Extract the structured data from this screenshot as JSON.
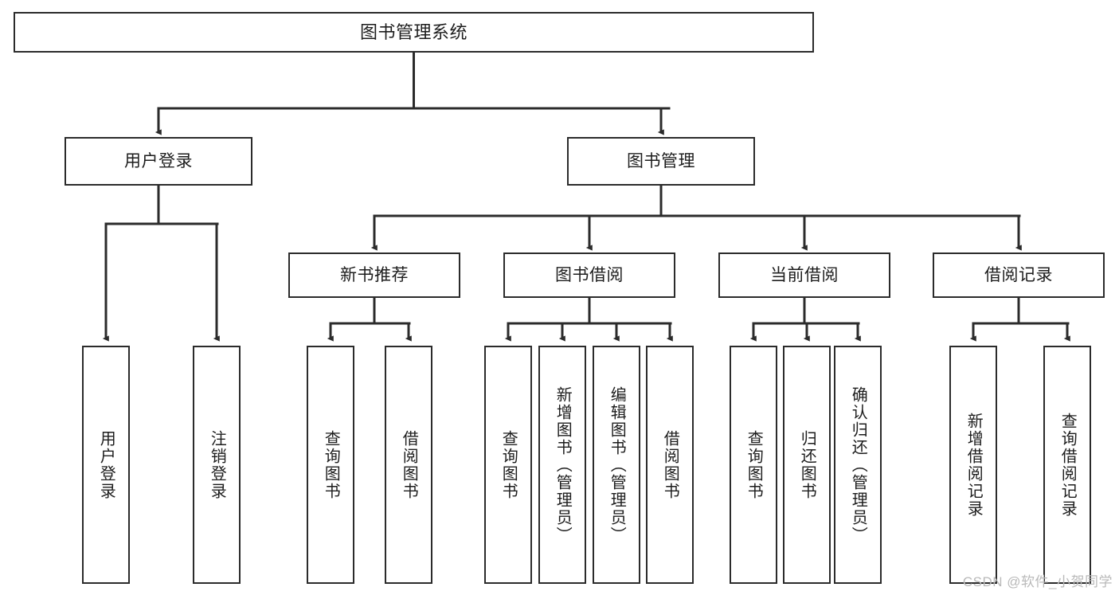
{
  "diagram": {
    "title": "图书管理系统",
    "type": "hierarchy-tree",
    "watermark": "CSDN @软件_小贺同学",
    "colors": {
      "stroke": "#2b2b2b",
      "fill": "#ffffff",
      "text": "#1d1d1d",
      "watermark": "#b9b9b9"
    },
    "root": {
      "label": "图书管理系统"
    },
    "level2": [
      {
        "label": "用户登录"
      },
      {
        "label": "图书管理"
      }
    ],
    "level3": [
      {
        "label": "新书推荐"
      },
      {
        "label": "图书借阅"
      },
      {
        "label": "当前借阅"
      },
      {
        "label": "借阅记录"
      }
    ],
    "leaves": {
      "user_login": [
        {
          "label": "用户登录"
        },
        {
          "label": "注销登录"
        }
      ],
      "new_books": [
        {
          "label": "查询图书"
        },
        {
          "label": "借阅图书"
        }
      ],
      "book_borrow": [
        {
          "label": "查询图书"
        },
        {
          "label": "新增图书（管理员）"
        },
        {
          "label": "编辑图书（管理员）"
        },
        {
          "label": "借阅图书"
        }
      ],
      "current_borrow": [
        {
          "label": "查询图书"
        },
        {
          "label": "归还图书"
        },
        {
          "label": "确认归还（管理员）"
        }
      ],
      "borrow_record": [
        {
          "label": "新增借阅记录"
        },
        {
          "label": "查询借阅记录"
        }
      ]
    }
  }
}
